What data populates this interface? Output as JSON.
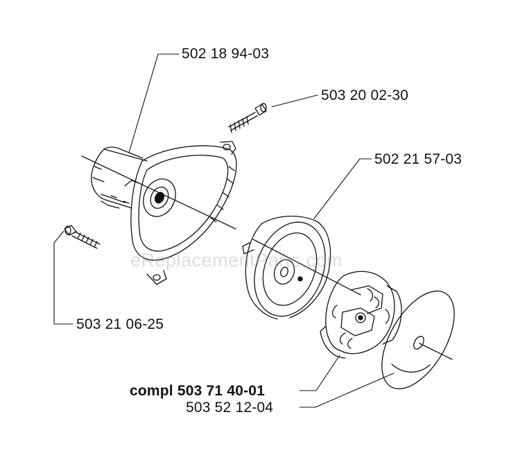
{
  "parts": {
    "housing": "502 18 94-03",
    "screw_top": "503 20 02-30",
    "clutch_drum": "502 21 57-03",
    "screw_left": "503 21 06-25",
    "clutch_assembly": "compl 503 71 40-01",
    "washer": "503 52 12-04"
  },
  "watermark": "eReplacementParts.com",
  "colors": {
    "line": "#111111",
    "background": "#ffffff"
  }
}
